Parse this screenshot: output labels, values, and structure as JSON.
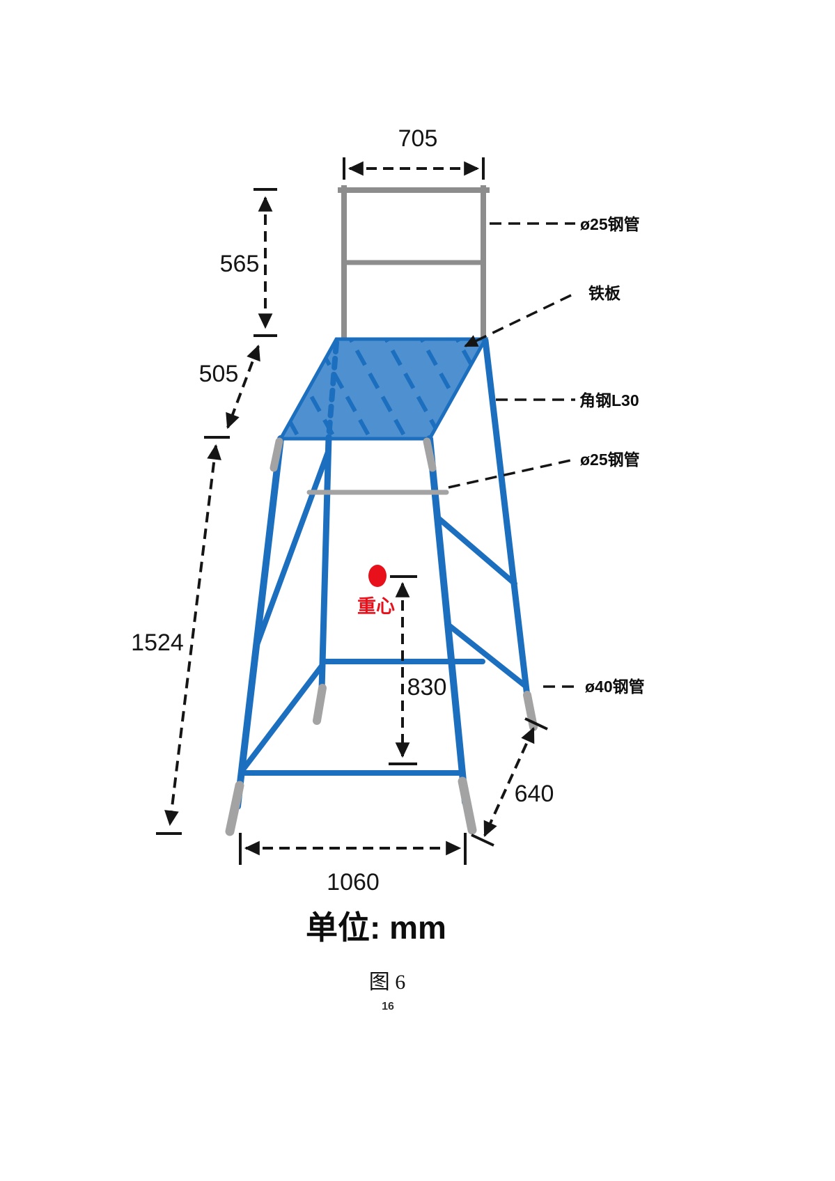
{
  "figure": {
    "units_label": "单位: mm",
    "caption": "图 6",
    "page_number": "16"
  },
  "dimensions_mm": {
    "top_rail_width": "705",
    "rail_height": "565",
    "rail_to_seat": "505",
    "leg_height": "1524",
    "cog_height": "830",
    "base_depth": "640",
    "base_width": "1060"
  },
  "part_labels": {
    "top_pipe": "ø25钢管",
    "iron_plate": "铁板",
    "angle_steel": "角钢L30",
    "middle_pipe": "ø25钢管",
    "foot_pipe": "ø40钢管",
    "center_of_gravity": "重心"
  },
  "colors": {
    "structure_blue": "#1c6fbf",
    "platform_fill": "#4f91d0",
    "rail_gray": "#8d8d8d",
    "foot_gray": "#a3a3a3",
    "dimension_black": "#151515",
    "cog_red": "#e8101a"
  }
}
